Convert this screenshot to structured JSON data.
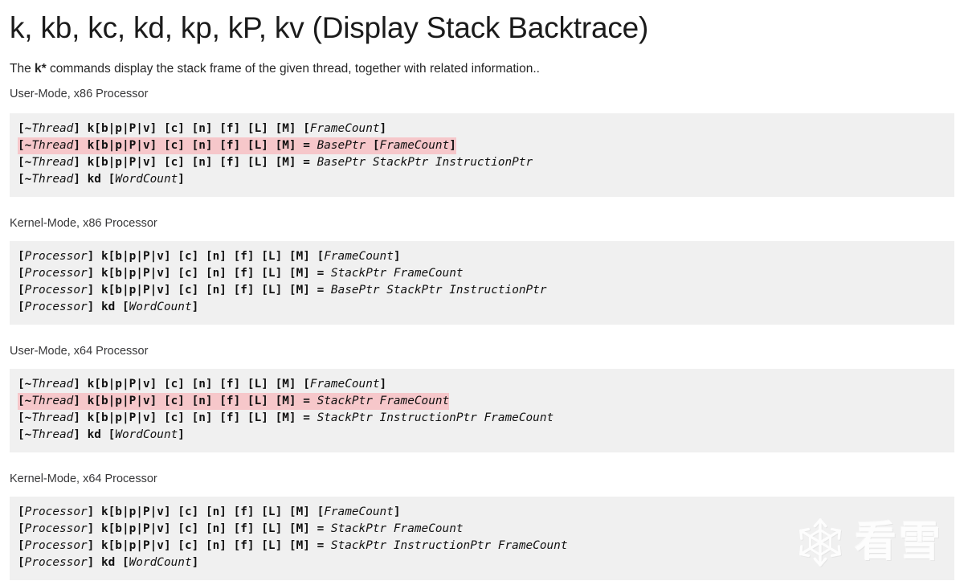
{
  "page": {
    "title": "k, kb, kc, kd, kp, kP, kv (Display Stack Backtrace)",
    "intro_prefix": "The ",
    "intro_bold": "k*",
    "intro_suffix": " commands display the stack frame of the given thread, together with related information.."
  },
  "colors": {
    "code_background": "#f0f0f0",
    "highlight": "#f6c7ca",
    "text": "#111111",
    "title": "#1b1b1b",
    "caption": "#38383a",
    "page_background": "#ffffff"
  },
  "sections": [
    {
      "caption": "User-Mode, x86 Processor",
      "lines": [
        {
          "highlight": false,
          "text": "[~Thread] k[b|p|P|v] [c] [n] [f] [L] [M] [FrameCount]"
        },
        {
          "highlight": true,
          "text": "[~Thread] k[b|p|P|v] [c] [n] [f] [L] [M] = BasePtr [FrameCount]"
        },
        {
          "highlight": false,
          "text": "[~Thread] k[b|p|P|v] [c] [n] [f] [L] [M] = BasePtr StackPtr InstructionPtr"
        },
        {
          "highlight": false,
          "text": "[~Thread] kd [WordCount]"
        }
      ]
    },
    {
      "caption": "Kernel-Mode, x86 Processor",
      "lines": [
        {
          "highlight": false,
          "text": "[Processor] k[b|p|P|v] [c] [n] [f] [L] [M] [FrameCount]"
        },
        {
          "highlight": false,
          "text": "[Processor] k[b|p|P|v] [c] [n] [f] [L] [M] = StackPtr FrameCount"
        },
        {
          "highlight": false,
          "text": "[Processor] k[b|p|P|v] [c] [n] [f] [L] [M] = BasePtr StackPtr InstructionPtr"
        },
        {
          "highlight": false,
          "text": "[Processor] kd [WordCount]"
        }
      ]
    },
    {
      "caption": "User-Mode, x64 Processor",
      "lines": [
        {
          "highlight": false,
          "text": "[~Thread] k[b|p|P|v] [c] [n] [f] [L] [M] [FrameCount]"
        },
        {
          "highlight": true,
          "text": "[~Thread] k[b|p|P|v] [c] [n] [f] [L] [M] = StackPtr FrameCount"
        },
        {
          "highlight": false,
          "text": "[~Thread] k[b|p|P|v] [c] [n] [f] [L] [M] = StackPtr InstructionPtr FrameCount"
        },
        {
          "highlight": false,
          "text": "[~Thread] kd [WordCount]"
        }
      ]
    },
    {
      "caption": "Kernel-Mode, x64 Processor",
      "lines": [
        {
          "highlight": false,
          "text": "[Processor] k[b|p|P|v] [c] [n] [f] [L] [M] [FrameCount]"
        },
        {
          "highlight": false,
          "text": "[Processor] k[b|p|P|v] [c] [n] [f] [L] [M] = StackPtr FrameCount"
        },
        {
          "highlight": false,
          "text": "[Processor] k[b|p|P|v] [c] [n] [f] [L] [M] = StackPtr InstructionPtr FrameCount"
        },
        {
          "highlight": false,
          "text": "[Processor] kd [WordCount]"
        }
      ]
    }
  ],
  "watermark": {
    "icon": "snowflake-icon",
    "text": "看雪"
  },
  "syntax": {
    "italic_placeholders": [
      "Thread",
      "Processor",
      "FrameCount",
      "BasePtr",
      "StackPtr",
      "InstructionPtr",
      "WordCount"
    ],
    "bold_literals": [
      "[",
      "]",
      "~",
      "=",
      "k",
      "b",
      "p",
      "P",
      "v",
      "|",
      "c",
      "n",
      "f",
      "L",
      "M",
      "kd"
    ]
  }
}
